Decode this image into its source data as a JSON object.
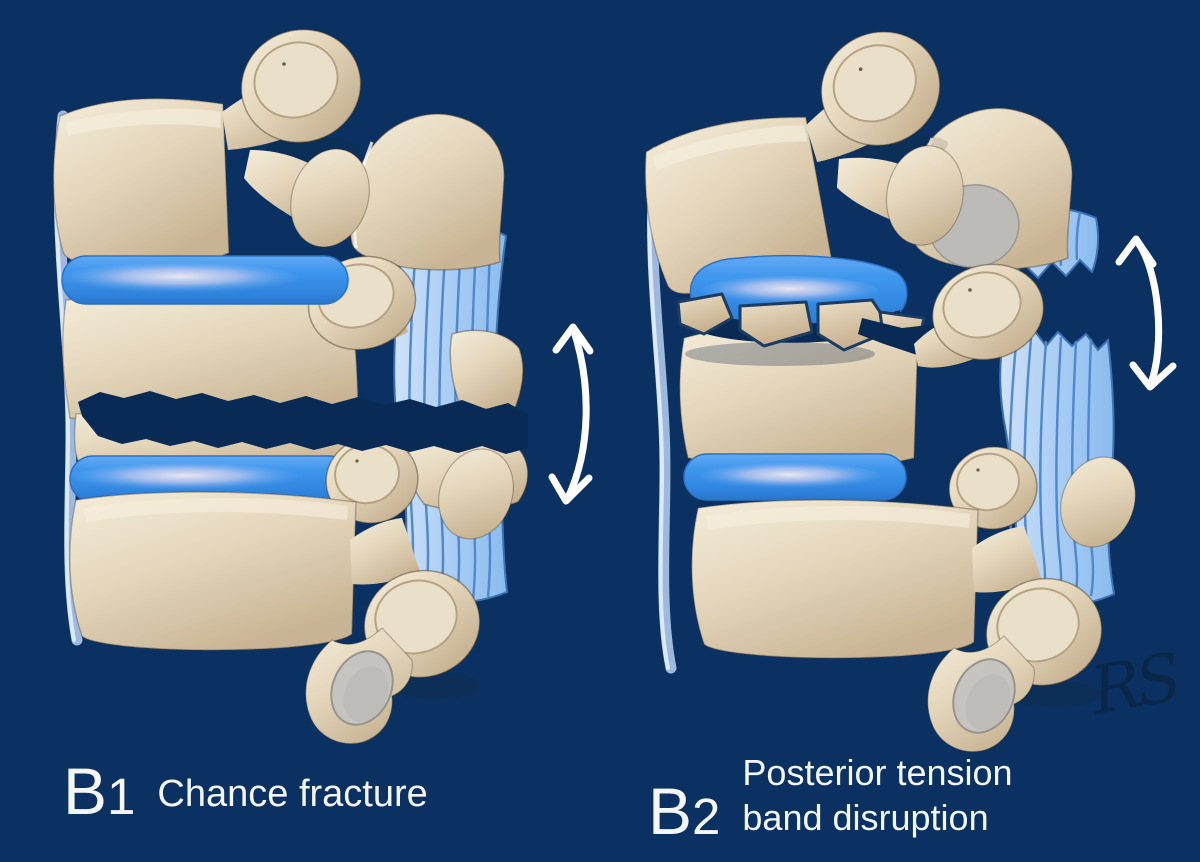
{
  "background_color": "#0a3162",
  "palette": {
    "bone": "#e4d6bb",
    "bone_shadow": "#c8b494",
    "disc_blue": "#3f97ee",
    "disc_center_glow": "#e9e3ef",
    "posterior_band_blue": "#a9cdf4",
    "band_stripe": "#4e86cb",
    "anterior_ligament": "#9db9de",
    "fracture_gap": "#082a55",
    "cut_surface_gray": "#c6c4c1",
    "arrow_white": "#ffffff",
    "label_text": "#f4f6fa"
  },
  "panels": [
    {
      "id": "B1",
      "label_letter": "B",
      "label_digit": "1",
      "caption_lines": [
        "Chance fracture"
      ],
      "alt": "Lateral lumbar spine segment with horizontal jagged fracture splitting the middle vertebra and posterior elements",
      "arrow_icon": "curved-double-headed-arrow"
    },
    {
      "id": "B2",
      "label_letter": "B",
      "label_digit": "2",
      "caption_lines": [
        "Posterior tension",
        "band disruption"
      ],
      "alt": "Lateral lumbar spine segment with disc-level disruption, bone fragments and torn posterior ligament band",
      "arrow_icon": "curved-double-headed-arrow"
    }
  ],
  "signature": {
    "text": "RS"
  }
}
